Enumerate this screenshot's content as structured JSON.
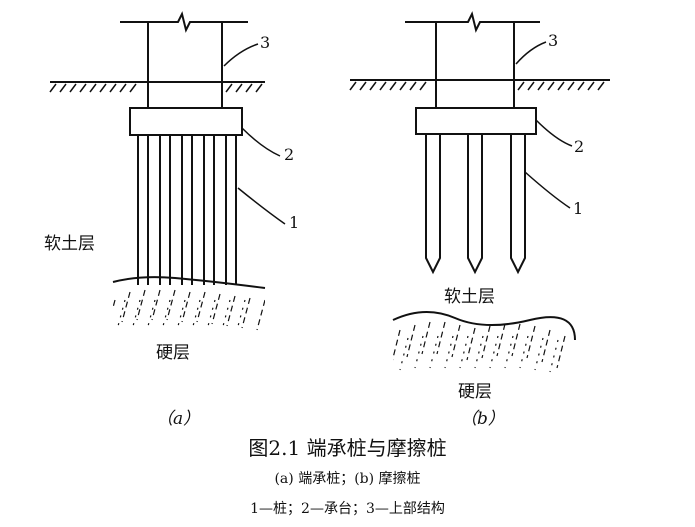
{
  "figure": {
    "panel_a": {
      "callouts": [
        "3",
        "2",
        "1"
      ],
      "soft_layer": "软土层",
      "hard_layer": "硬层",
      "sub_label": "（a）"
    },
    "panel_b": {
      "callouts": [
        "3",
        "2",
        "1"
      ],
      "soft_layer": "软土层",
      "hard_layer": "硬层",
      "sub_label": "（b）"
    },
    "title": "图2.1 端承桩与摩擦桩",
    "legend_line1": "(a) 端承桩；(b) 摩擦桩",
    "legend_line2": "1—桩；2—承台；3—上部结构"
  }
}
